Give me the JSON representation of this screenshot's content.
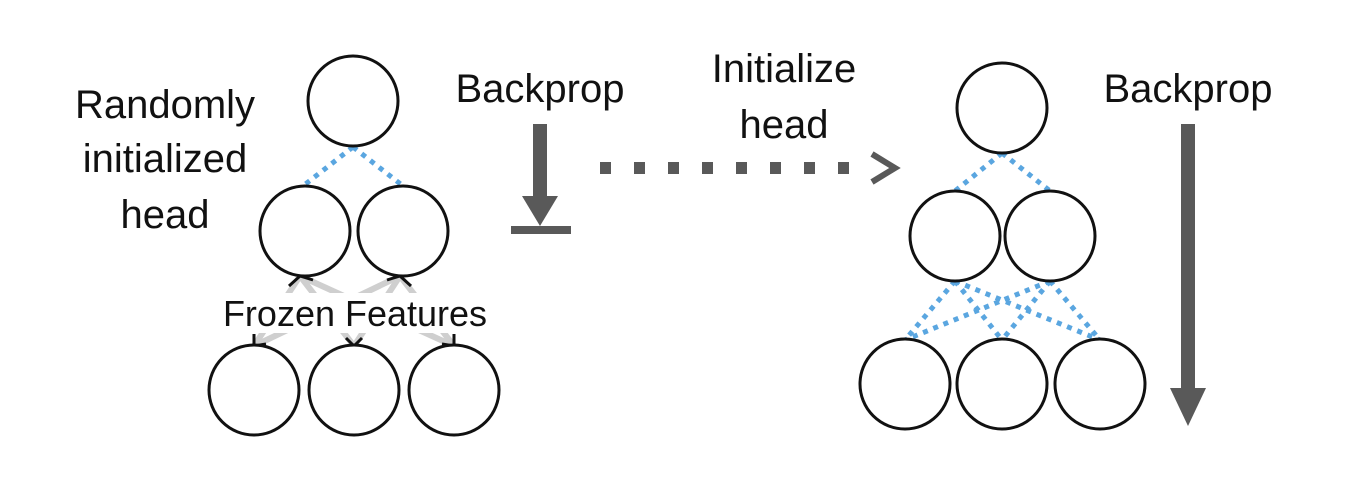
{
  "left_panel": {
    "head_label_lines": [
      "Randomly",
      "initialized",
      "head"
    ],
    "backprop_label": "Backprop",
    "frozen_label": "Frozen Features"
  },
  "transition": {
    "label_lines": [
      "Initialize",
      "head"
    ]
  },
  "right_panel": {
    "backprop_label": "Backprop"
  },
  "colors": {
    "node_stroke": "#111111",
    "dotted_connection": "#5aa6e0",
    "arrow": "#595959",
    "frozen_connection": "#cfcfcf"
  }
}
